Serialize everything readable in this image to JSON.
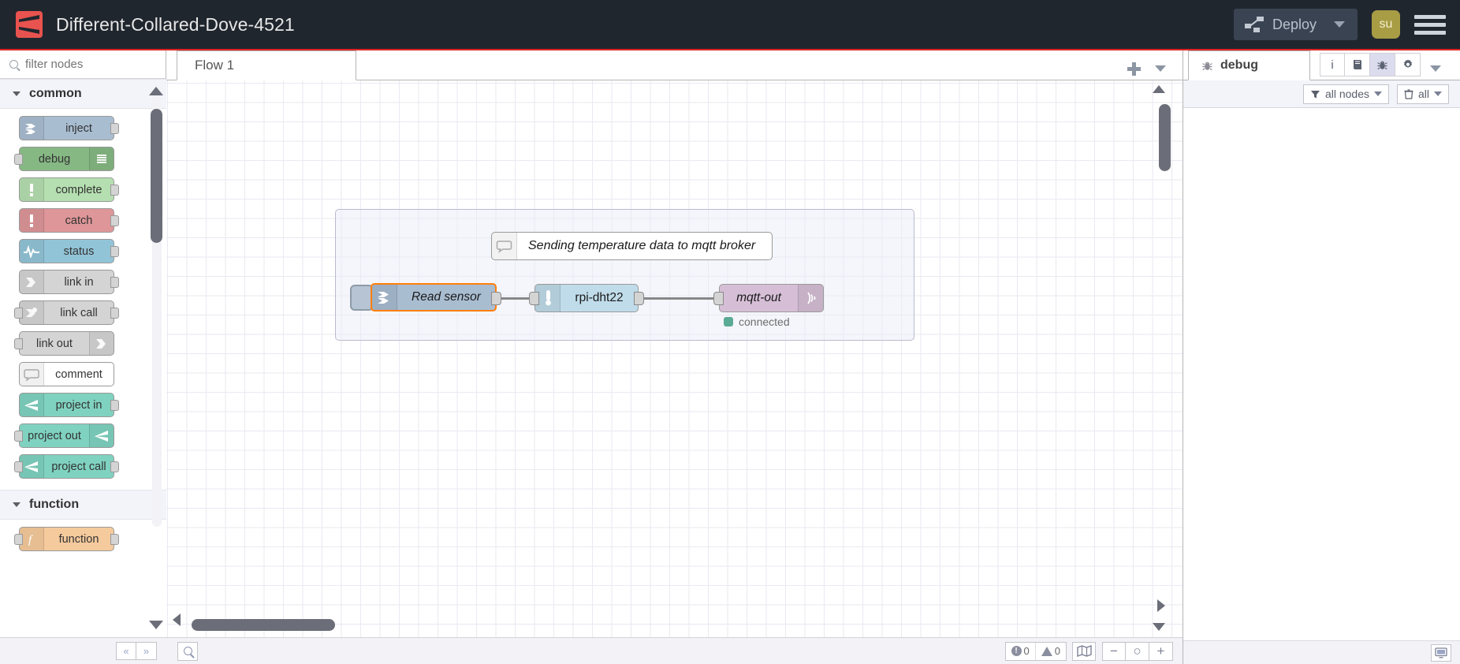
{
  "header": {
    "logo_icon": "node-red-logo-icon",
    "title": "Different-Collared-Dove-4521",
    "deploy_label": "Deploy",
    "deploy_icon": "deploy-icon",
    "deploy_caret_icon": "chevron-down-icon",
    "avatar_initials": "su",
    "menu_icon": "hamburger-menu-icon",
    "accent_color": "#e02424",
    "background_color": "#20262e"
  },
  "palette": {
    "search_placeholder": "filter nodes",
    "search_value": "",
    "search_icon": "search-icon",
    "categories": [
      {
        "name": "common",
        "chevron_icon": "chevron-down-icon",
        "nodes": [
          {
            "label": "inject",
            "icon": "inject-arrow-icon",
            "icon_side": "left",
            "color": "#a9bdd1",
            "has_input": false,
            "has_output": true
          },
          {
            "label": "debug",
            "icon": "debug-lines-icon",
            "icon_side": "right",
            "color": "#86b884",
            "has_input": true,
            "has_output": false
          },
          {
            "label": "complete",
            "icon": "exclamation-icon",
            "icon_side": "left",
            "color": "#b5dfb0",
            "has_input": false,
            "has_output": true
          },
          {
            "label": "catch",
            "icon": "exclamation-icon",
            "icon_side": "left",
            "color": "#de9699",
            "has_input": false,
            "has_output": true
          },
          {
            "label": "status",
            "icon": "pulse-wave-icon",
            "icon_side": "left",
            "color": "#92c4d8",
            "has_input": false,
            "has_output": true
          },
          {
            "label": "link in",
            "icon": "link-arrow-icon",
            "icon_side": "left",
            "color": "#d4d4d4",
            "has_input": false,
            "has_output": true
          },
          {
            "label": "link call",
            "icon": "link-call-icon",
            "icon_side": "left",
            "color": "#d4d4d4",
            "has_input": true,
            "has_output": true
          },
          {
            "label": "link out",
            "icon": "link-arrow-icon",
            "icon_side": "right",
            "color": "#d4d4d4",
            "has_input": true,
            "has_output": false
          },
          {
            "label": "comment",
            "icon": "comment-bubble-icon",
            "icon_side": "left",
            "color": "#ffffff",
            "has_input": false,
            "has_output": false
          },
          {
            "label": "project in",
            "icon": "project-logo-icon",
            "icon_side": "left",
            "color": "#7fd2c0",
            "has_input": false,
            "has_output": true
          },
          {
            "label": "project out",
            "icon": "project-logo-icon",
            "icon_side": "right",
            "color": "#7fd2c0",
            "has_input": true,
            "has_output": false
          },
          {
            "label": "project call",
            "icon": "project-logo-icon",
            "icon_side": "left",
            "color": "#7fd2c0",
            "has_input": true,
            "has_output": true
          }
        ]
      },
      {
        "name": "function",
        "chevron_icon": "chevron-down-icon",
        "nodes": [
          {
            "label": "function",
            "icon": "function-f-icon",
            "icon_side": "left",
            "color": "#f5ca9c",
            "has_input": true,
            "has_output": true
          }
        ]
      }
    ],
    "footer": {
      "collapse_all_icon": "chevrons-up-icon",
      "expand_all_icon": "chevrons-down-icon"
    }
  },
  "workspace": {
    "tabs": [
      {
        "label": "Flow 1",
        "active": true
      }
    ],
    "add_tab_icon": "plus-icon",
    "tab_menu_icon": "chevron-down-icon",
    "flow": {
      "group_label": "",
      "comment": {
        "text": "Sending temperature data to mqtt broker",
        "icon": "comment-bubble-icon"
      },
      "nodes": [
        {
          "id": "inject",
          "label": "Read sensor",
          "type": "inject",
          "icon": "inject-arrow-icon",
          "color": "#a9bdd1",
          "selected": true,
          "status": null
        },
        {
          "id": "dht",
          "label": "rpi-dht22",
          "type": "rpi-dht22",
          "icon": "thermometer-icon",
          "color": "#c0dcea",
          "selected": false,
          "status": null
        },
        {
          "id": "mqtt",
          "label": "mqtt-out",
          "type": "mqtt out",
          "icon": "broadcast-icon",
          "color": "#d6bfd6",
          "selected": false,
          "status": "connected"
        }
      ],
      "status_connected_color": "#5aaa94"
    },
    "footer": {
      "search_icon": "search-icon",
      "info_count": "0",
      "info_icon": "info-badge-icon",
      "warning_count": "0",
      "warning_icon": "warning-triangle-icon",
      "map_icon": "navigator-map-icon",
      "zoom_out_label": "−",
      "zoom_reset_label": "○",
      "zoom_in_label": "+"
    }
  },
  "sidebar": {
    "active_tab": {
      "label": "debug",
      "icon": "bug-icon"
    },
    "tools": [
      {
        "name": "info",
        "icon": "info-i-icon",
        "glyph": "i",
        "active": false
      },
      {
        "name": "help",
        "icon": "book-icon",
        "glyph": "Ὅ5",
        "active": false
      },
      {
        "name": "debug",
        "icon": "bug-icon",
        "glyph": "bug",
        "active": true
      },
      {
        "name": "config",
        "icon": "gear-icon",
        "glyph": "⚙",
        "active": false
      }
    ],
    "more_icon": "chevron-down-icon",
    "filter": {
      "label": "all nodes",
      "icon": "funnel-filter-icon",
      "caret_icon": "chevron-down-icon"
    },
    "clear": {
      "label": "all",
      "icon": "trash-icon",
      "caret_icon": "chevron-down-icon"
    },
    "messages": [],
    "footer": {
      "monitor_icon": "monitor-screen-icon"
    }
  }
}
